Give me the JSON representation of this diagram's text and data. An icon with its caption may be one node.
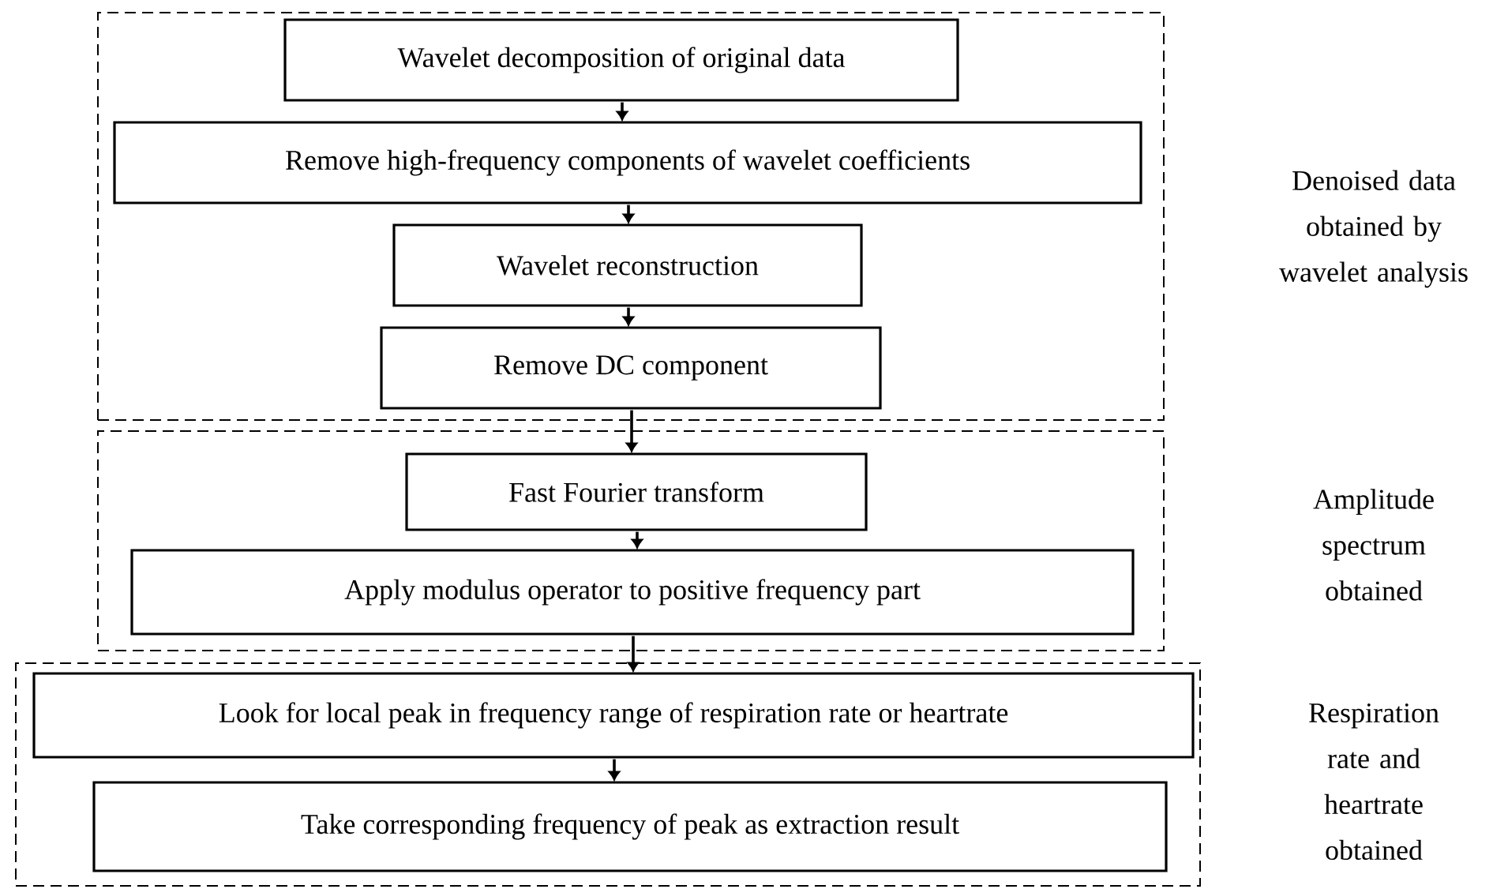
{
  "diagram": {
    "nodes": [
      {
        "text": [],
        "shape": "box"
      },
      {
        "text": [
          "Wavelet decomposition of original data"
        ],
        "in": 0
      },
      {
        "text": [
          "Remove high-frequency components of wavelet coefficients"
        ],
        "in": 0
      },
      {
        "text": [
          "Wavelet reconstruction"
        ],
        "in": 0
      },
      {
        "text": [
          "Remove DC component"
        ],
        "in": 0
      },
      {
        "text": [],
        "shape": "box"
      },
      {
        "text": [
          "Fast Fourier transform"
        ],
        "in": 5
      },
      {
        "text": [
          "Apply modulus operator to positive frequency part"
        ],
        "in": 5
      },
      {
        "text": [],
        "shape": "box"
      },
      {
        "text": [
          "Look for local peak in frequency range of respiration rate or heartrate"
        ],
        "in": 8
      },
      {
        "text": [
          "Take corresponding frequency of peak as extraction result"
        ],
        "in": 8
      }
    ],
    "edges": [
      {
        "from": 1,
        "to": 2,
        "arrow": "to"
      },
      {
        "from": 2,
        "to": 3,
        "arrow": "to"
      },
      {
        "from": 3,
        "to": 4,
        "arrow": "to"
      },
      {
        "from": 4,
        "to": 6,
        "arrow": "to"
      },
      {
        "from": 6,
        "to": 7,
        "arrow": "to"
      },
      {
        "from": 7,
        "to": 9,
        "arrow": "to"
      },
      {
        "from": 9,
        "to": 10,
        "arrow": "to"
      }
    ],
    "labels": [
      "Denoised data obtained by wavelet analysis",
      "Amplitude spectrum obtained",
      "Respiration rate and heartrate obtained"
    ]
  }
}
